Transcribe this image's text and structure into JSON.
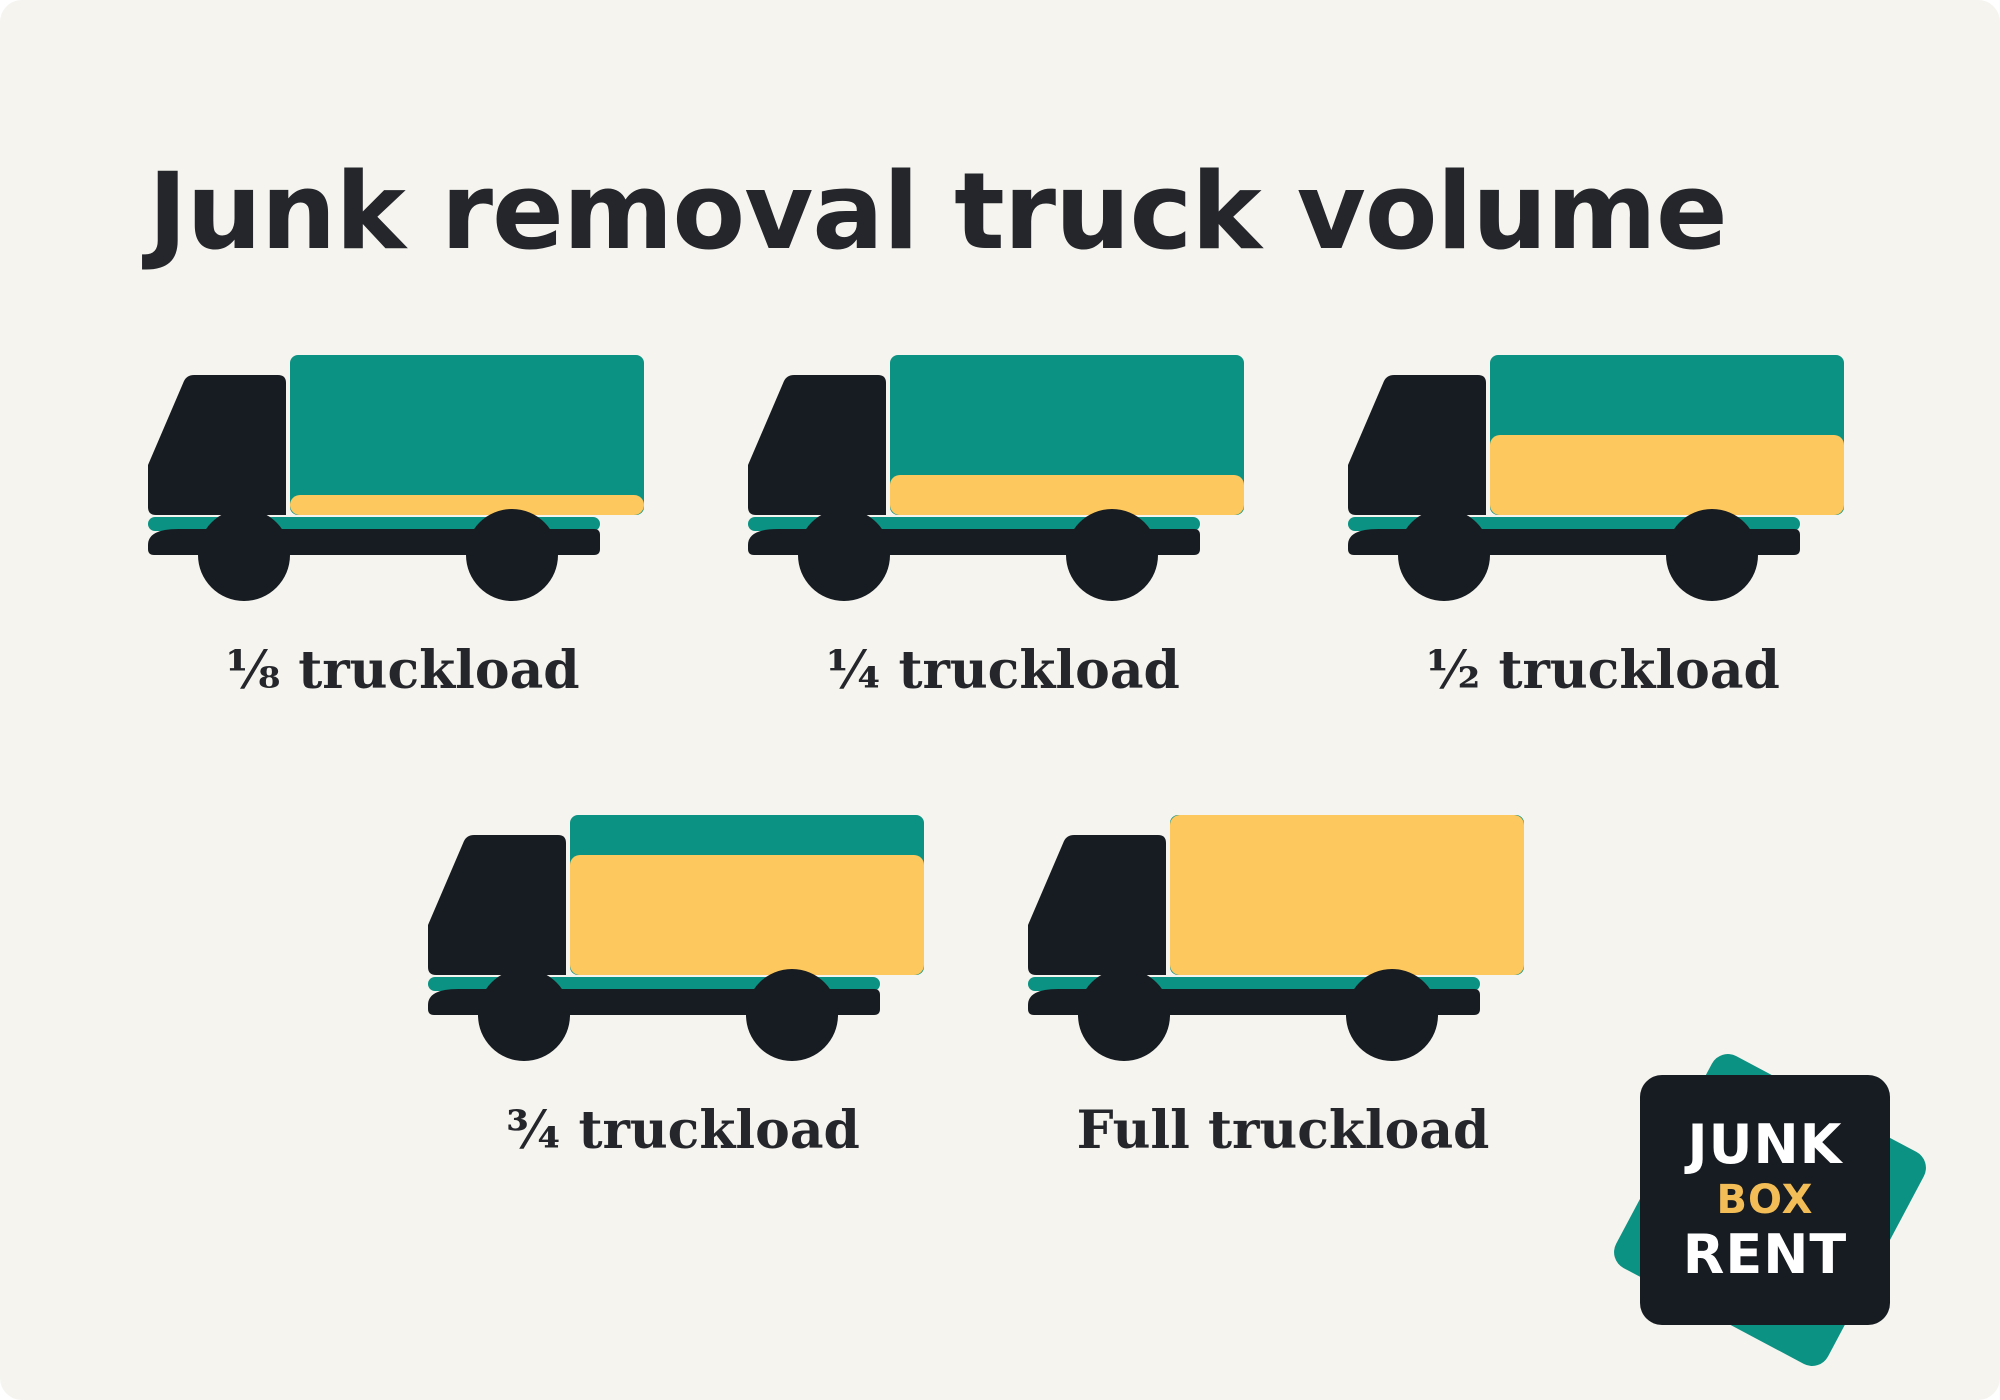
{
  "title": "Junk removal truck volume",
  "colors": {
    "background": "#f5f4ef",
    "cab": "#171c22",
    "box": "#0c9283",
    "load": "#fdc85e",
    "text": "#24262b"
  },
  "trucks": [
    {
      "label": "⅛ truckload",
      "fill_fraction": 0.125
    },
    {
      "label": "¼ truckload",
      "fill_fraction": 0.25
    },
    {
      "label": "½ truckload",
      "fill_fraction": 0.5
    },
    {
      "label": "¾ truckload",
      "fill_fraction": 0.75
    },
    {
      "label": "Full truckload",
      "fill_fraction": 1.0
    }
  ],
  "logo": {
    "line1": "JUNK",
    "line2": "BOX",
    "line3": "RENT"
  }
}
